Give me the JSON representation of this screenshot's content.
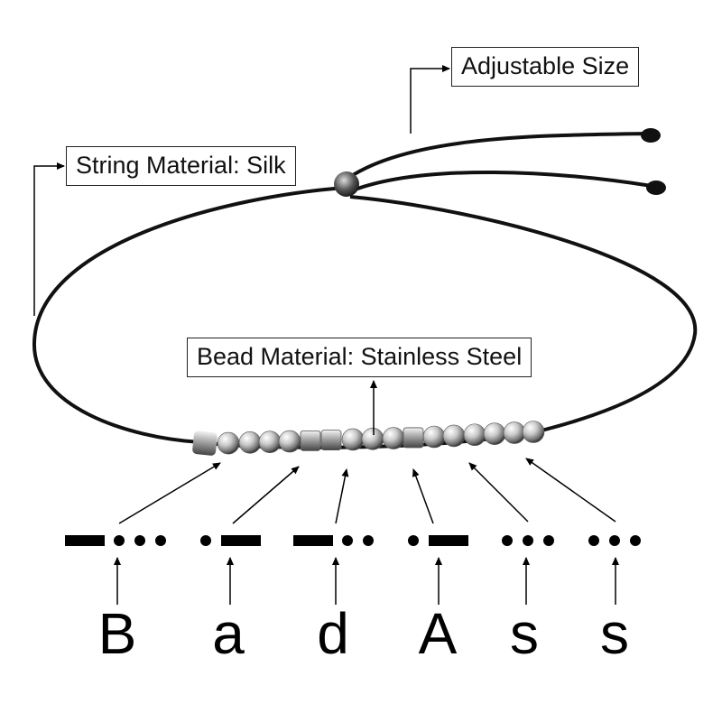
{
  "callouts": {
    "size": "Adjustable Size",
    "string": "String Material: Silk",
    "bead": "Bead Material: Stainless Steel"
  },
  "letters": [
    "B",
    "a",
    "d",
    "A",
    "s",
    "s"
  ],
  "morse": [
    [
      "dash",
      "dot",
      "dot",
      "dot"
    ],
    [
      "dot",
      "dash"
    ],
    [
      "dash",
      "dot",
      "dot"
    ],
    [
      "dot",
      "dash"
    ],
    [
      "dot",
      "dot",
      "dot"
    ],
    [
      "dot",
      "dot",
      "dot"
    ]
  ],
  "colors": {
    "cord": "#111111",
    "bead": "#b8b8b8",
    "ink": "#000000"
  }
}
